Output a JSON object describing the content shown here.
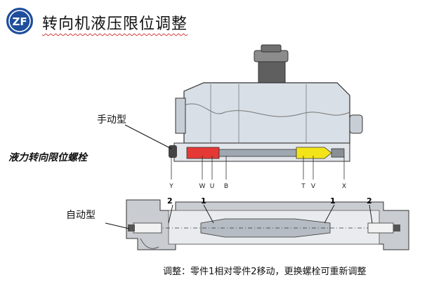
{
  "header": {
    "logo_text": "ZF",
    "title": "转向机液压限位调整"
  },
  "upper_diagram": {
    "label_manual": "手动型",
    "label_bolt": "液力转向限位螺栓",
    "markers": [
      "Y",
      "W",
      "U",
      "B",
      "T",
      "V",
      "X"
    ],
    "colors": {
      "red": "#e53935",
      "yellow": "#f3e41a"
    }
  },
  "lower_diagram": {
    "label_auto": "自动型",
    "part_numbers": [
      "2",
      "1",
      "1",
      "2"
    ]
  },
  "caption": "调整：零件1相对零件2移动，更换螺栓可重新调整"
}
